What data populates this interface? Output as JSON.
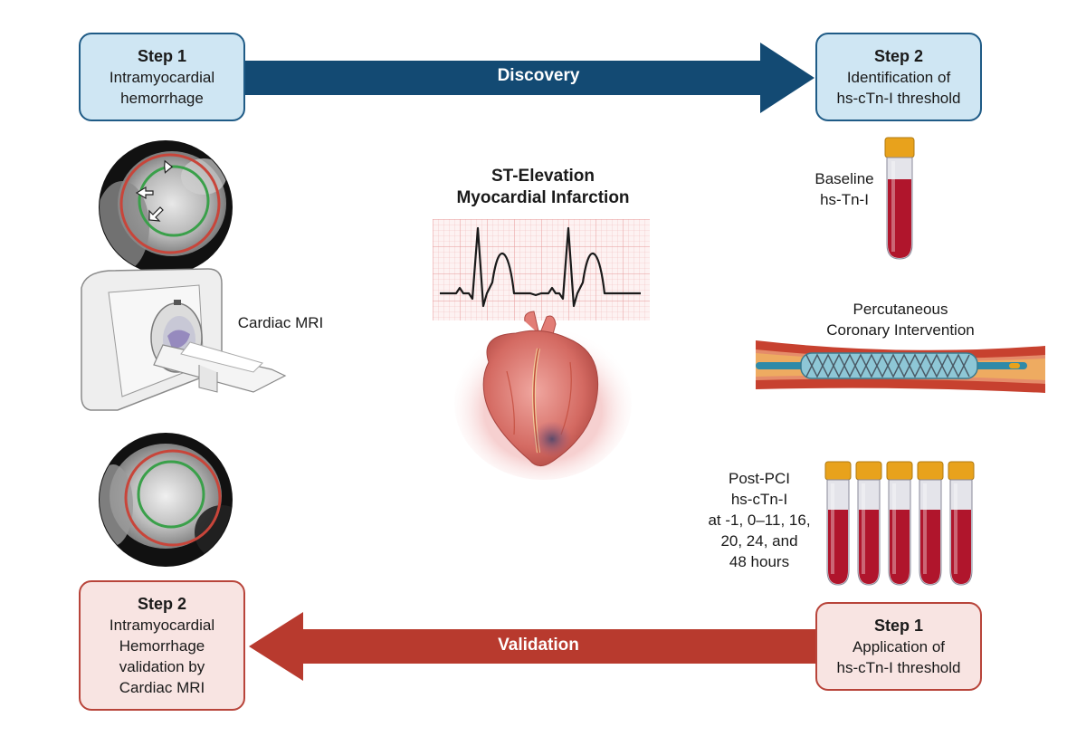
{
  "discovery": {
    "arrow_label": "Discovery",
    "step1": {
      "title": "Step 1",
      "lines": [
        "Intramyocardial",
        "hemorrhage"
      ]
    },
    "step2": {
      "title": "Step 2",
      "lines": [
        "Identification of",
        "hs-cTn-I threshold"
      ]
    }
  },
  "validation": {
    "arrow_label": "Validation",
    "step1": {
      "title": "Step 1",
      "lines": [
        "Application of",
        "hs-cTn-I threshold"
      ]
    },
    "step2": {
      "title": "Step 2",
      "lines": [
        "Intramyocardial",
        "Hemorrhage",
        "validation by",
        "Cardiac MRI"
      ]
    }
  },
  "center": {
    "title_lines": [
      "ST-Elevation",
      "Myocardial Infarction"
    ]
  },
  "mri": {
    "label": "Cardiac MRI"
  },
  "baseline": {
    "lines": [
      "Baseline",
      "hs-Tn-I"
    ]
  },
  "pci": {
    "lines": [
      "Percutaneous",
      "Coronary Intervention"
    ]
  },
  "post_pci": {
    "lines": [
      "Post-PCI",
      "hs-cTn-I",
      "at -1, 0–11, 16,",
      "20, 24, and",
      "48 hours"
    ]
  },
  "colors": {
    "discovery_arrow": "#134a73",
    "validation_arrow": "#b83a2e",
    "blue_box_fill": "#cfe6f3",
    "red_box_fill": "#f8e4e2",
    "blood": "#b0152c",
    "cap": "#e8a21c"
  }
}
